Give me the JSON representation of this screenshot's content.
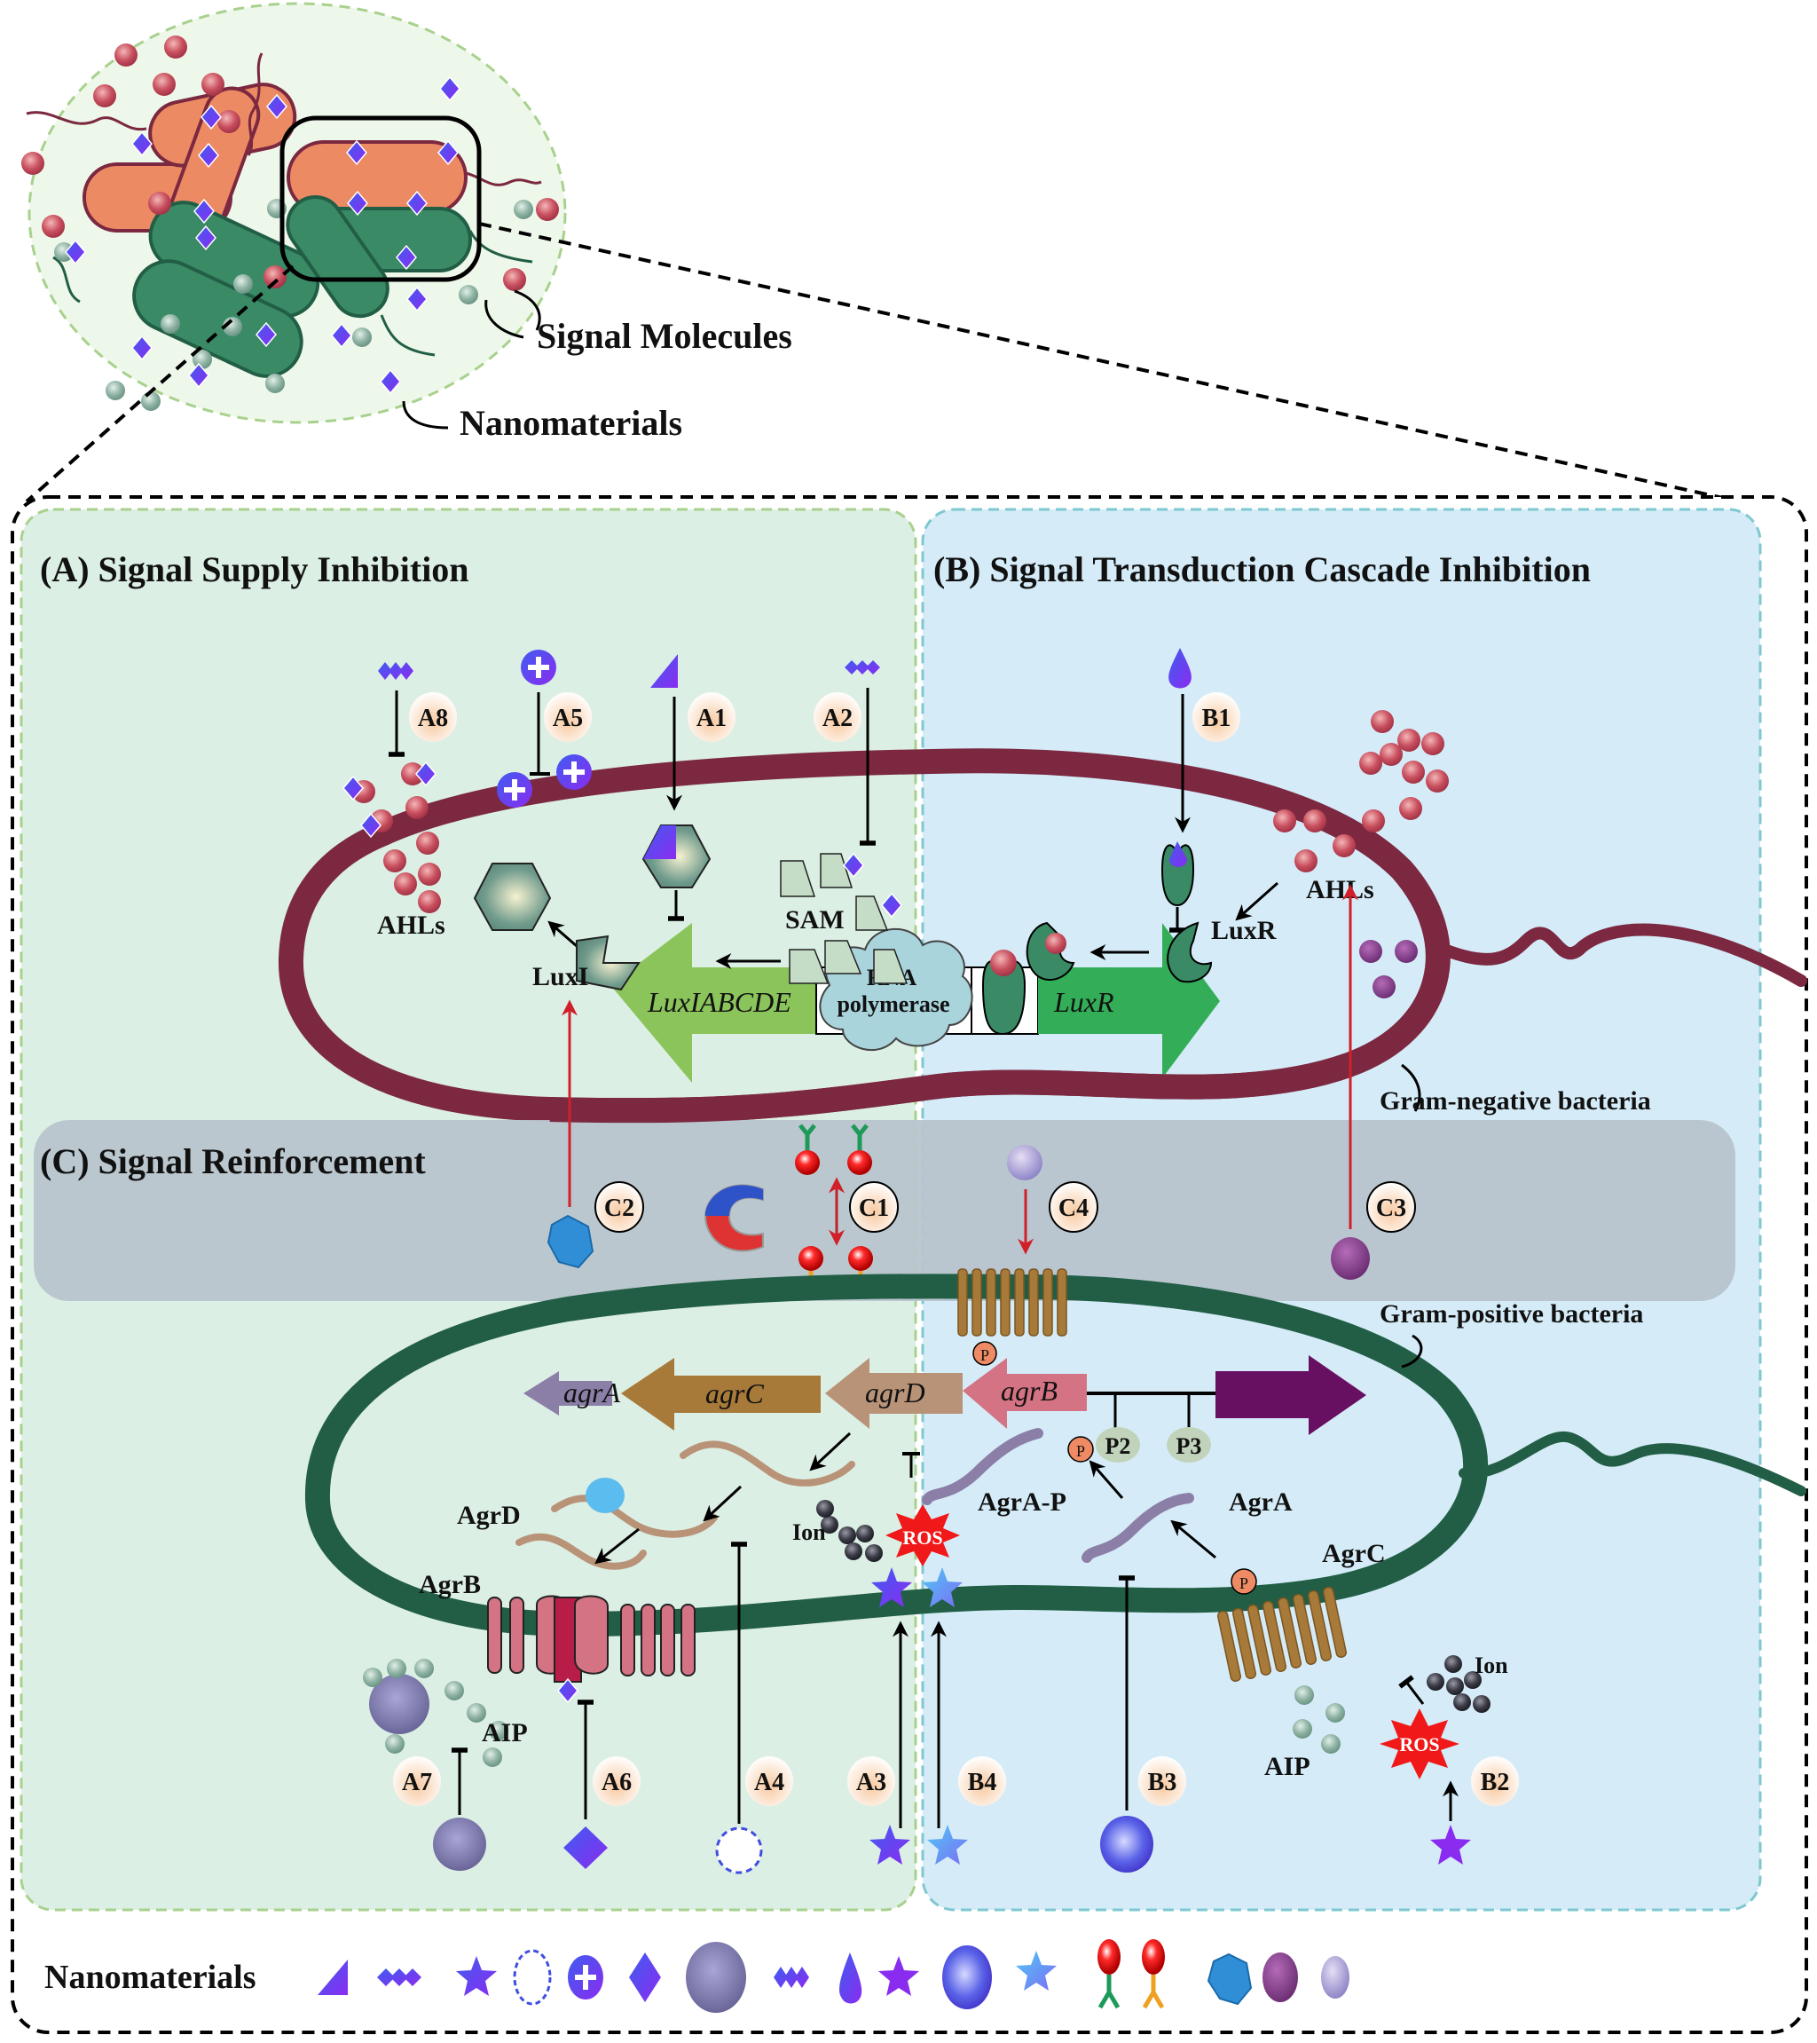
{
  "overview": {
    "signal_molecules_label": "Signal Molecules",
    "nanomaterials_label": "Nanomaterials"
  },
  "panels": {
    "A": {
      "title": "(A) Signal Supply Inhibition",
      "color": "#dcefe4",
      "border": "#a9d18e"
    },
    "B": {
      "title": "(B) Signal Transduction Cascade Inhibition",
      "color": "#d5ecf8",
      "border": "#7fc8d0"
    },
    "C": {
      "title": "(C) Signal Reinforcement",
      "color": "#b8c4cc"
    }
  },
  "gram_negative": {
    "label": "Gram-negative bacteria",
    "membrane_color": "#7b2840",
    "ahls_left": "AHLs",
    "ahls_right": "AHLs",
    "luxi": "LuxI",
    "luxr": "LuxR",
    "sam": "SAM",
    "gene_left": "LuxIABCDE",
    "gene_right": "LuxR",
    "rna_pol_line1": "RNA",
    "rna_pol_line2": "polymerase"
  },
  "gram_positive": {
    "label": "Gram-positive bacteria",
    "membrane_color": "#215e45",
    "genes": [
      "agrA",
      "agrC",
      "agrD",
      "agrB"
    ],
    "promoters": [
      "P2",
      "P3"
    ],
    "agrd": "AgrD",
    "agrb": "AgrB",
    "aip_left": "AIP",
    "aip_right": "AIP",
    "agra_p": "AgrA-P",
    "agra": "AgrA",
    "agrc": "AgrC",
    "ion_left": "Ion",
    "ion_right": "Ion",
    "ros": "ROS",
    "phospho": "P"
  },
  "badges": {
    "A1": "A1",
    "A2": "A2",
    "A3": "A3",
    "A4": "A4",
    "A5": "A5",
    "A6": "A6",
    "A7": "A7",
    "A8": "A8",
    "B1": "B1",
    "B2": "B2",
    "B3": "B3",
    "B4": "B4",
    "C1": "C1",
    "C2": "C2",
    "C3": "C3",
    "C4": "C4"
  },
  "legend": {
    "title": "Nanomaterials",
    "items": [
      "triangle",
      "chain-diamonds",
      "star-blue",
      "porous-sphere",
      "plus-circle",
      "diamond",
      "dotted-sphere",
      "chain-diamonds-2",
      "droplet",
      "star-violet",
      "hex-sphere",
      "star-light",
      "antibody-green",
      "antibody-orange",
      "icosahedron",
      "purple-sphere",
      "lilac-sphere"
    ]
  }
}
